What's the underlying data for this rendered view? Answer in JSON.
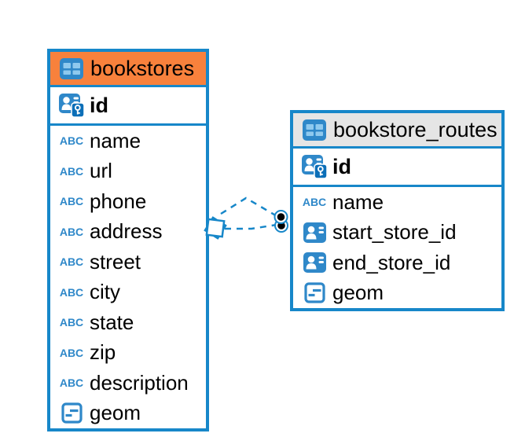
{
  "app": {
    "type": "database-er-diagram"
  },
  "colors": {
    "accent_blue": "#1787C9",
    "icon_blue": "#2F88C9",
    "icon_cell_blue": "#8FC9EE",
    "key_badge_blue": "#0C6FB8",
    "selected_header_orange": "#F8813C",
    "header_gray": "#E5E5E5",
    "text_black": "#000000",
    "background": "#FFFFFF"
  },
  "icons": {
    "text_type_glyph": "ABC"
  },
  "tables": [
    {
      "name": "bookstores",
      "selected": true,
      "columns": [
        {
          "name": "id",
          "type": "primary-key"
        },
        {
          "name": "name",
          "type": "text"
        },
        {
          "name": "url",
          "type": "text"
        },
        {
          "name": "phone",
          "type": "text"
        },
        {
          "name": "address",
          "type": "text"
        },
        {
          "name": "street",
          "type": "text"
        },
        {
          "name": "city",
          "type": "text"
        },
        {
          "name": "state",
          "type": "text"
        },
        {
          "name": "zip",
          "type": "text"
        },
        {
          "name": "description",
          "type": "text"
        },
        {
          "name": "geom",
          "type": "geometry"
        }
      ]
    },
    {
      "name": "bookstore_routes",
      "selected": false,
      "columns": [
        {
          "name": "id",
          "type": "primary-key"
        },
        {
          "name": "name",
          "type": "text"
        },
        {
          "name": "start_store_id",
          "type": "reference"
        },
        {
          "name": "end_store_id",
          "type": "reference"
        },
        {
          "name": "geom",
          "type": "geometry"
        }
      ]
    }
  ],
  "relation": {
    "from_table": "bookstores",
    "to_table": "bookstore_routes",
    "line_style": "dashed"
  }
}
